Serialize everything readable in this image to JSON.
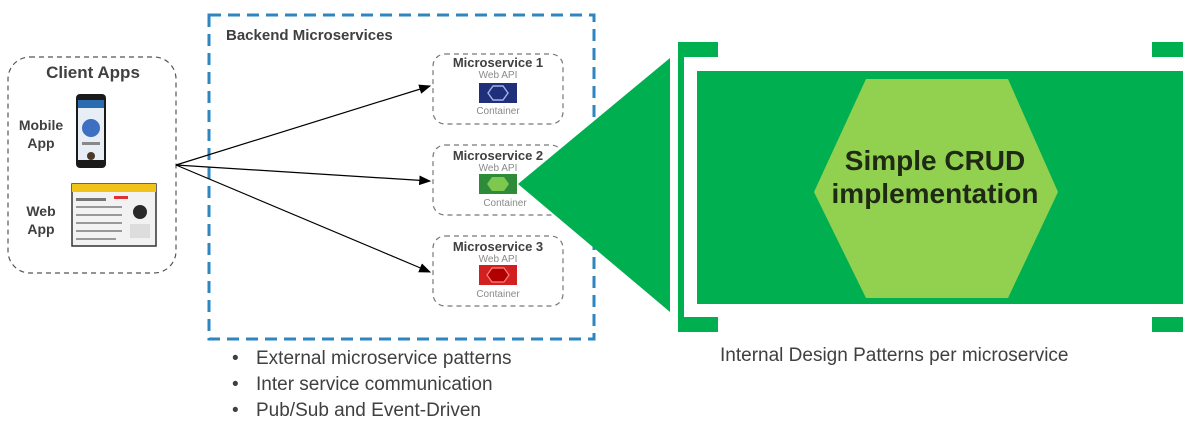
{
  "client_apps": {
    "title": "Client Apps",
    "mobile_label": "Mobile\nApp",
    "web_label": "Web\nApp"
  },
  "backend": {
    "title": "Backend Microservices",
    "services": [
      {
        "name": "Microservice 1",
        "api": "Web API",
        "container": "Container",
        "color": "#1f2f7a"
      },
      {
        "name": "Microservice 2",
        "api": "Web API",
        "container": "Container",
        "color": "#7ec850"
      },
      {
        "name": "Microservice 3",
        "api": "Web API",
        "container": "Container",
        "color": "#d21f1f"
      }
    ],
    "bullets": [
      "External microservice patterns",
      "Inter service communication",
      "Pub/Sub and Event-Driven"
    ]
  },
  "zoom": {
    "hex_text": "Simple CRUD implementation",
    "caption": "Internal Design Patterns per microservice",
    "panel_color": "#00b050",
    "hex_color": "#92d050"
  }
}
